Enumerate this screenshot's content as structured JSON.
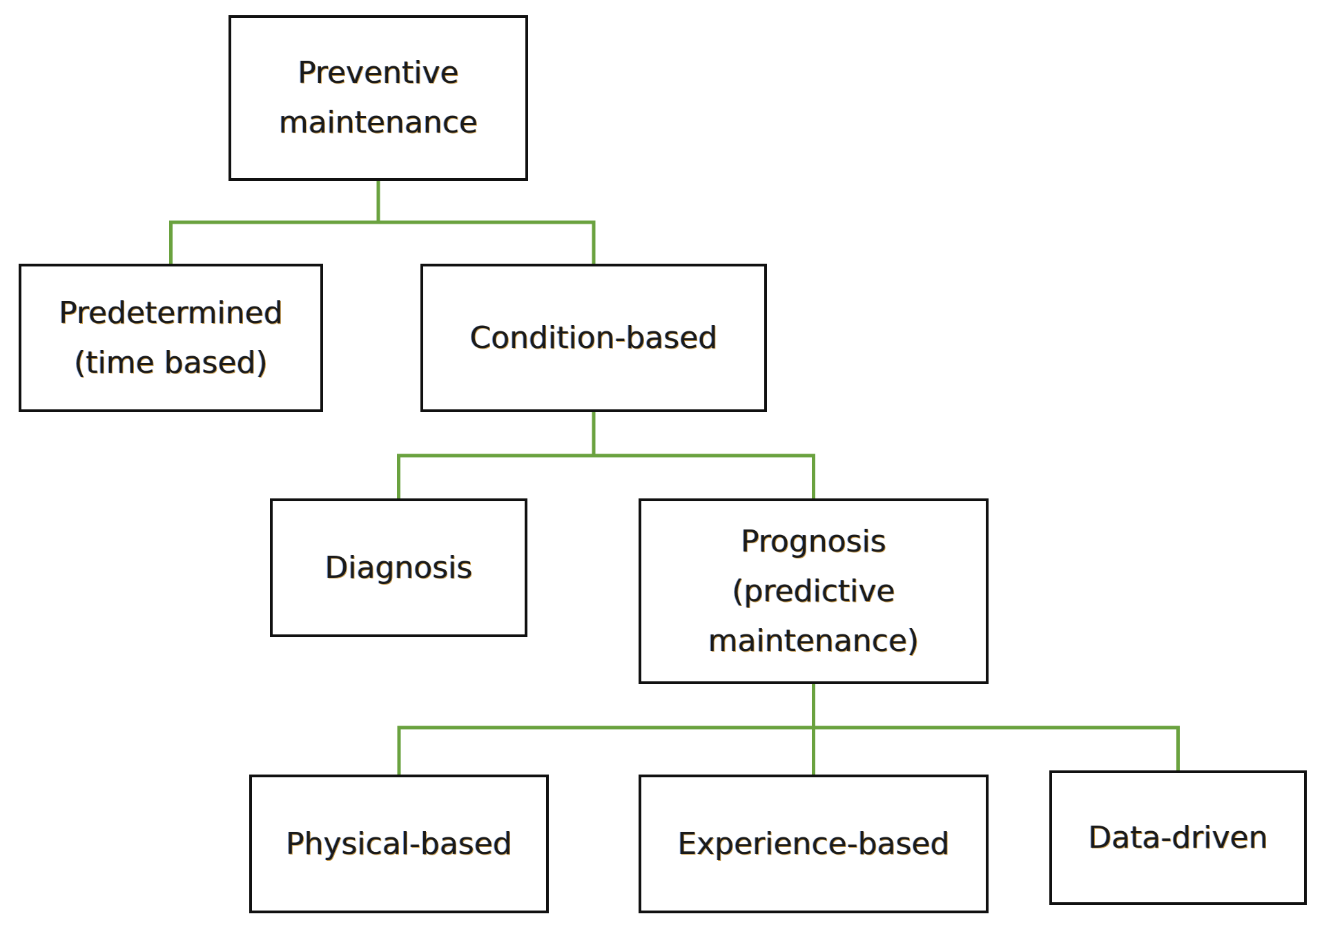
{
  "colors": {
    "connector": "#6aa23f",
    "box_border": "#111111",
    "text": "#1a1a1a"
  },
  "nodes": {
    "preventive": {
      "label": "Preventive\nmaintenance"
    },
    "predetermined": {
      "label": "Predetermined\n(time based)"
    },
    "condition": {
      "label": "Condition-based"
    },
    "diagnosis": {
      "label": "Diagnosis"
    },
    "prognosis": {
      "label": "Prognosis\n(predictive\nmaintenance)"
    },
    "physical": {
      "label": "Physical-based"
    },
    "experience": {
      "label": "Experience-based"
    },
    "datadriven": {
      "label": "Data-driven"
    }
  },
  "edges": [
    {
      "from": "preventive",
      "to": "predetermined"
    },
    {
      "from": "preventive",
      "to": "condition"
    },
    {
      "from": "condition",
      "to": "diagnosis"
    },
    {
      "from": "condition",
      "to": "prognosis"
    },
    {
      "from": "prognosis",
      "to": "physical"
    },
    {
      "from": "prognosis",
      "to": "experience"
    },
    {
      "from": "prognosis",
      "to": "datadriven"
    }
  ]
}
